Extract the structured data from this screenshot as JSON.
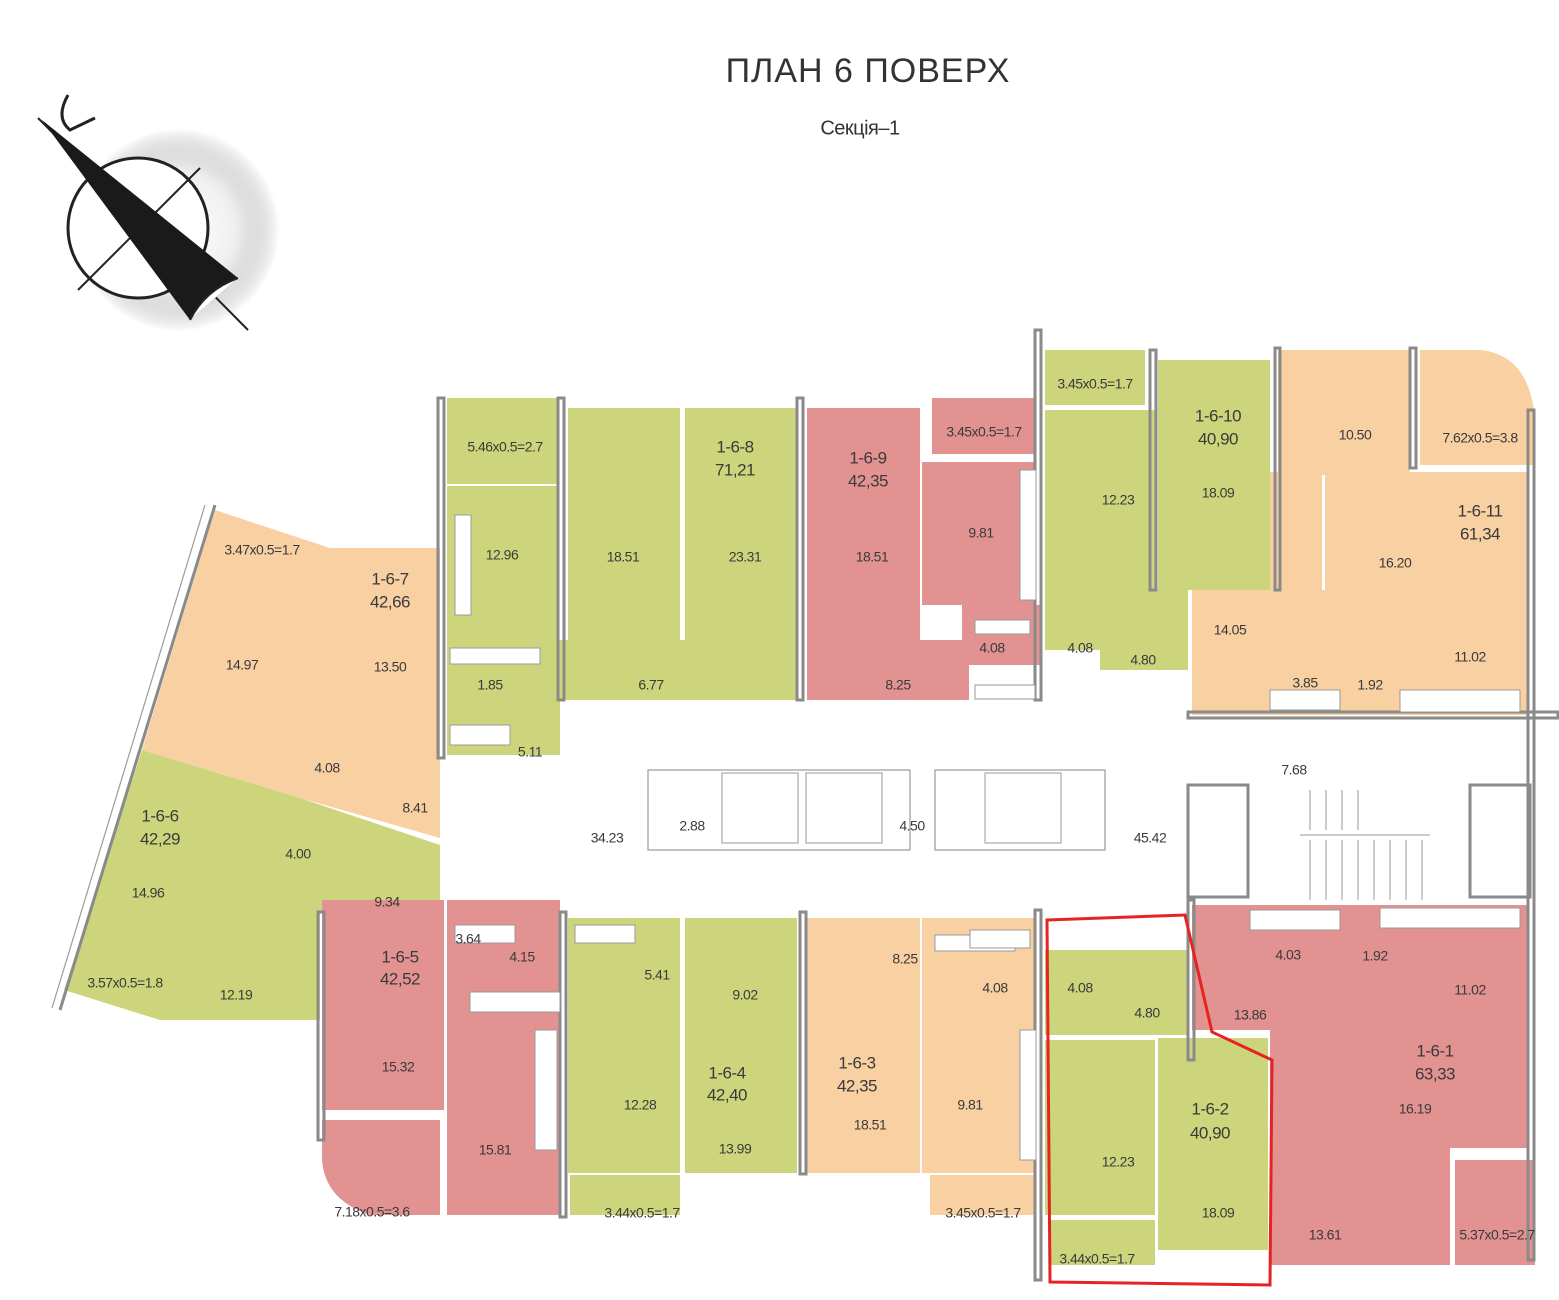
{
  "title": "ПЛАН 6 ПОВЕРХ",
  "subtitle": "Секція–1",
  "colors": {
    "green": "#cdd57c",
    "orange": "#f8d0a2",
    "red": "#e39292",
    "highlight": "#e52421"
  },
  "compass": {
    "icon": "north-arrow-compass-icon"
  },
  "apartments": [
    {
      "id": "1-6-1",
      "area": "63,33",
      "color": "red",
      "rooms": [
        "4.03",
        "1.92",
        "11.02",
        "13.86",
        "16.19",
        "13.61",
        "5.37x0.5=2.7"
      ]
    },
    {
      "id": "1-6-2",
      "area": "40,90",
      "color": "green",
      "highlighted": true,
      "rooms": [
        "4.08",
        "4.80",
        "12.23",
        "18.09",
        "3.44x0.5=1.7"
      ]
    },
    {
      "id": "1-6-3",
      "area": "42,35",
      "color": "orange",
      "rooms": [
        "8.25",
        "4.08",
        "18.51",
        "9.81",
        "3.45x0.5=1.7"
      ]
    },
    {
      "id": "1-6-4",
      "area": "42,40",
      "color": "green",
      "rooms": [
        "5.41",
        "9.02",
        "12.28",
        "13.99",
        "3.44x0.5=1.7"
      ]
    },
    {
      "id": "1-6-5",
      "area": "42,52",
      "color": "red",
      "rooms": [
        "3.64",
        "4.15",
        "15.32",
        "15.81",
        "7.18x0.5=3.6"
      ]
    },
    {
      "id": "1-6-6",
      "area": "42,29",
      "color": "green",
      "rooms": [
        "4.00",
        "14.96",
        "9.34",
        "12.19",
        "3.57x0.5=1.8"
      ]
    },
    {
      "id": "1-6-7",
      "area": "42,66",
      "color": "orange",
      "rooms": [
        "3.47x0.5=1.7",
        "14.97",
        "13.50",
        "4.08",
        "8.41"
      ]
    },
    {
      "id": "1-6-8",
      "area": "71,21",
      "color": "green",
      "rooms": [
        "5.46x0.5=2.7",
        "12.96",
        "18.51",
        "23.31",
        "1.85",
        "6.77",
        "5.11"
      ]
    },
    {
      "id": "1-6-9",
      "area": "42,35",
      "color": "red",
      "rooms": [
        "3.45x0.5=1.7",
        "9.81",
        "18.51",
        "8.25",
        "4.08"
      ]
    },
    {
      "id": "1-6-10",
      "area": "40,90",
      "color": "green",
      "rooms": [
        "3.45x0.5=1.7",
        "12.23",
        "18.09",
        "4.08",
        "4.80"
      ]
    },
    {
      "id": "1-6-11",
      "area": "61,34",
      "color": "orange",
      "rooms": [
        "10.50",
        "7.62x0.5=3.8",
        "16.20",
        "14.05",
        "3.85",
        "1.92",
        "11.02"
      ]
    }
  ],
  "common_areas": [
    "34.23",
    "2.88",
    "4.50",
    "45.42",
    "7.68"
  ]
}
